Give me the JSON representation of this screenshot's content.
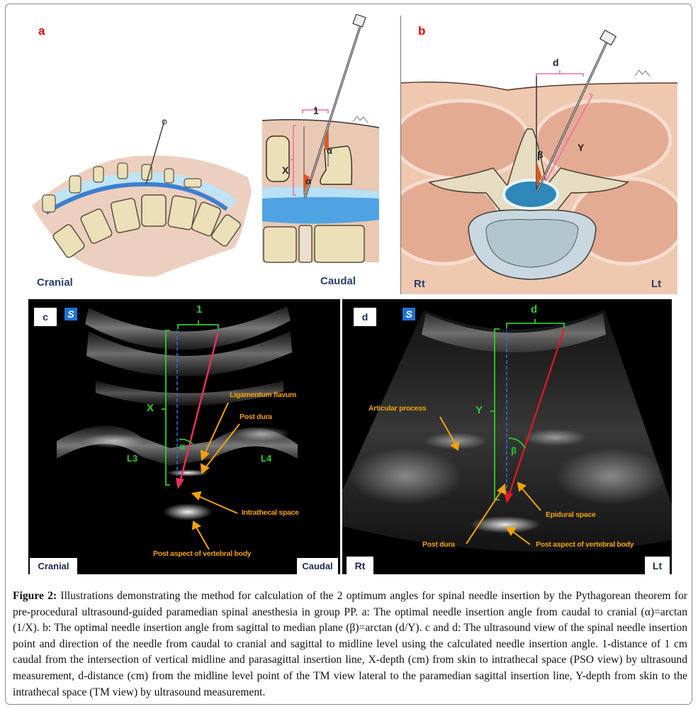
{
  "figure": {
    "panels": {
      "a": {
        "letter": "a",
        "labels": {
          "one": "1",
          "x": "X",
          "alpha_upper": "α",
          "alpha_lower": "α"
        },
        "left_label": "Cranial",
        "right_label": "Caudal"
      },
      "b": {
        "letter": "b",
        "labels": {
          "d": "d",
          "y": "Y",
          "beta": "β"
        },
        "left_label": "Rt",
        "right_label": "Lt"
      },
      "c": {
        "letter": "c",
        "logo": "S",
        "labels": {
          "one": "1",
          "x": "X",
          "alpha": "α",
          "l3": "L3",
          "l4": "L4"
        },
        "annotations": {
          "ligamentum": "Ligamentum flavum",
          "post_dura": "Post dura",
          "intrathecal": "Intrathecal space",
          "vertebral_body": "Post aspect of vertebral body"
        },
        "left_label": "Cranial",
        "right_label": "Caudal"
      },
      "d": {
        "letter": "d",
        "logo": "S",
        "labels": {
          "d": "d",
          "y": "Y",
          "beta": "β"
        },
        "annotations": {
          "articular": "Articular process",
          "epidural": "Epidural space",
          "post_dura": "Post dura",
          "vertebral_body": "Post aspect of vertebral body"
        },
        "left_label": "Rt",
        "right_label": "Lt"
      }
    },
    "caption": {
      "label": "Figure 2:",
      "text": " Illustrations demonstrating the method for calculation of the 2 optimum angles for spinal needle insertion by the Pythagorean theorem for pre-procedural ultrasound-guided paramedian spinal anesthesia in group PP. a: The optimal needle insertion angle from caudal to cranial (α)=arctan (1/X). b: The optimal needle insertion angle from sagittal to median plane (β)=arctan (d/Y). c and d: The ultrasound view of the spinal needle insertion point and direction of the needle from caudal to cranial and sagittal to midline level using the calculated needle insertion angle. 1-distance of 1 cm caudal from the intersection of vertical midline and parasagittal insertion line, X-depth (cm) from skin to intrathecal space (PSO view) by ultrasound measurement, d-distance (cm) from the midline level point of the TM view lateral to the paramedian sagittal insertion line, Y-depth from skin to the intrathecal space (TM view) by ultrasound measurement."
    },
    "colors": {
      "panel_letter": "#e60000",
      "skin": "#e9c2ad",
      "bone": "#ece0b8",
      "csf": "#5aa8e0",
      "bracket_pink": "#f06aa8",
      "us_green": "#2ecc2e",
      "us_orange": "#f2a20c",
      "needle_red": "#e8315a"
    }
  }
}
